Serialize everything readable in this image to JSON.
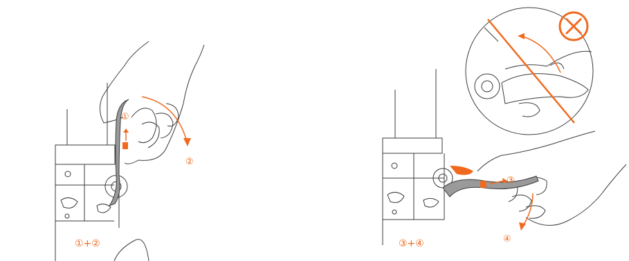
{
  "accent_color": "#f0691e",
  "line_color": "#3a3a3a",
  "latch_color": "#8a8a8a",
  "left_panel": {
    "step_1": "①",
    "step_2": "②",
    "caption": "①+②"
  },
  "right_panel": {
    "step_3": "③",
    "step_4": "④",
    "caption": "③+④",
    "wrong_mark_icon": "cross-in-circle"
  }
}
